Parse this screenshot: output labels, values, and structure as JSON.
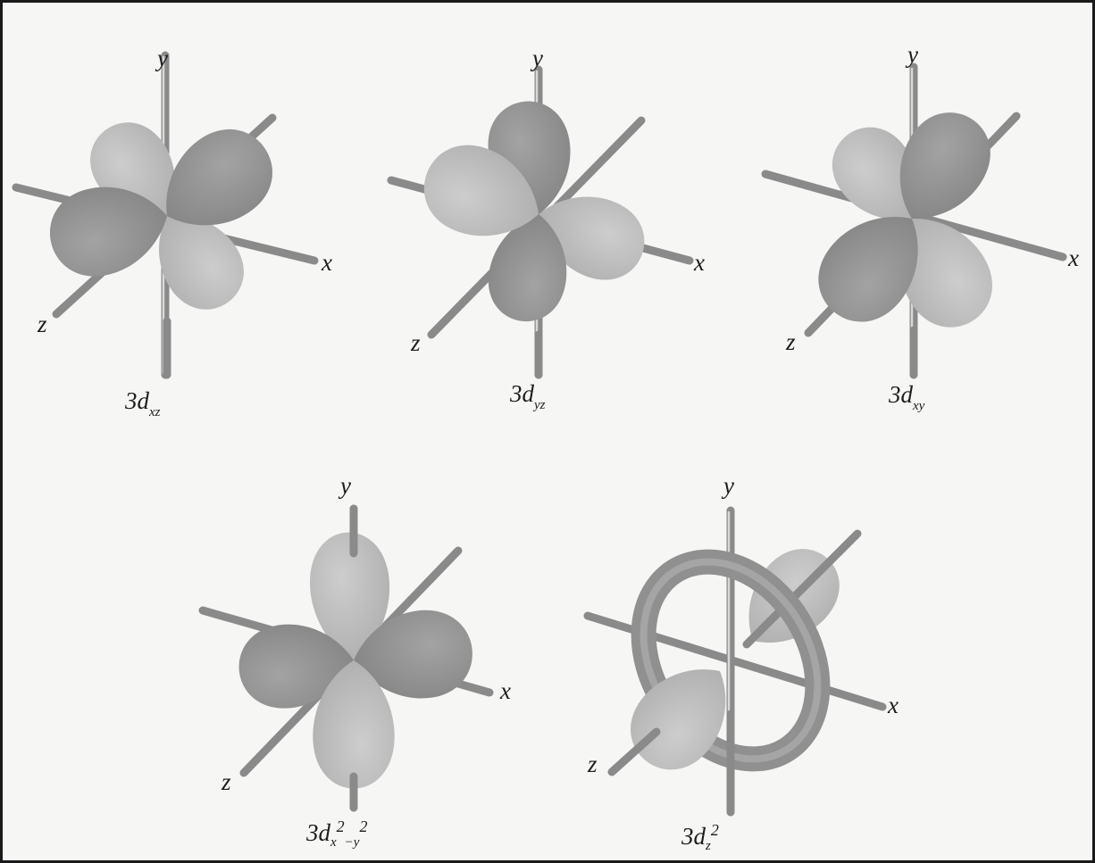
{
  "colors": {
    "background": "#f6f6f4",
    "axis": "#8a8a8a",
    "lobe_light": "#b9b9b9",
    "lobe_dark": "#8f8f8f",
    "torus": "#909090",
    "border": "#1a1a1a"
  },
  "axis_labels": {
    "x": "x",
    "y": "y",
    "z": "z"
  },
  "orbitals": [
    {
      "name": "3d",
      "subscript": "xz",
      "superscript_parts": []
    },
    {
      "name": "3d",
      "subscript": "yz",
      "superscript_parts": []
    },
    {
      "name": "3d",
      "subscript": "xy",
      "superscript_parts": []
    },
    {
      "name": "3d",
      "subscript_parts": [
        "x",
        "2",
        "−y",
        "2"
      ]
    },
    {
      "name": "3d",
      "subscript_parts": [
        "z",
        "2"
      ]
    }
  ]
}
